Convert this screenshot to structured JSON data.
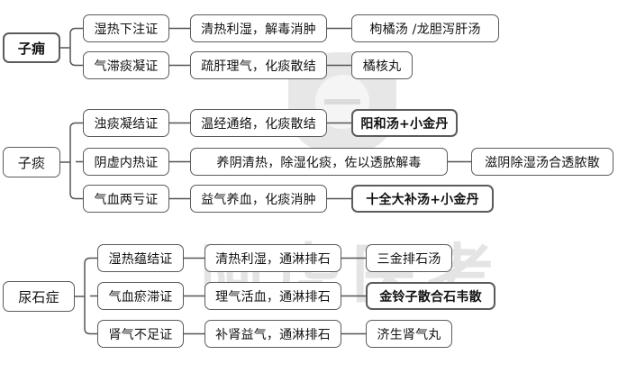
{
  "diseases": [
    {
      "name": "子痈",
      "syndromes": [
        {
          "name": "湿热下注证",
          "treatment": "清热利湿，解毒消肿",
          "formula": "枸橘汤 /龙胆泻肝汤"
        },
        {
          "name": "气滞痰凝证",
          "treatment": "疏肝理气，化痰散结",
          "formula": "橘核丸"
        }
      ]
    },
    {
      "name": "子痰",
      "syndromes": [
        {
          "name": "浊痰凝结证",
          "treatment": "温经通络，化痰散结",
          "formula": "阳和汤+小金丹"
        },
        {
          "name": "阴虚内热证",
          "treatment": "养阴清热，除湿化痰，佐以透脓解毒",
          "formula": "滋阴除湿汤合透脓散"
        },
        {
          "name": "气血两亏证",
          "treatment": "益气养血，化痰消肿",
          "formula": "十全大补汤+小金丹"
        }
      ]
    },
    {
      "name": "尿石症",
      "syndromes": [
        {
          "name": "湿热蕴结证",
          "treatment": "清热利湿，通淋排石",
          "formula": "三金排石汤"
        },
        {
          "name": "气血瘀滞证",
          "treatment": "理气活血，通淋排石",
          "formula": "金铃子散合石韦散"
        },
        {
          "name": "肾气不足证",
          "treatment": "补肾益气，通淋排石",
          "formula": "济生肾气丸"
        }
      ]
    }
  ],
  "watermark": {
    "text": "阿虎医考"
  },
  "colors": {
    "border": "#5b5b5b",
    "line": "#555555",
    "text": "#111111",
    "watermark": "#cfcfcf"
  }
}
